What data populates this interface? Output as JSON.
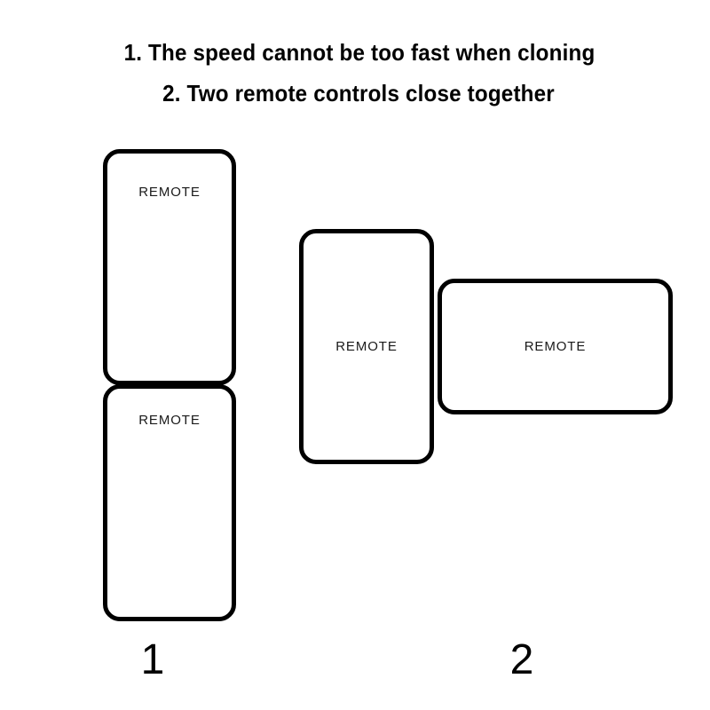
{
  "instructions": {
    "line_1": "1. The speed cannot be too fast when cloning",
    "line_2": "2. Two remote controls close together"
  },
  "diagram": {
    "groups": [
      {
        "caption": "1",
        "description": "Two remotes stacked end to end, aligned vertically",
        "remotes": [
          {
            "label": "REMOTE",
            "orientation": "vertical"
          },
          {
            "label": "REMOTE",
            "orientation": "vertical"
          }
        ]
      },
      {
        "caption": "2",
        "description": "Vertical remote with a horizontal remote overlapping its right edge",
        "remotes": [
          {
            "label": "REMOTE",
            "orientation": "vertical"
          },
          {
            "label": "REMOTE",
            "orientation": "horizontal"
          }
        ]
      }
    ]
  },
  "colors": {
    "background": "#ffffff",
    "stroke": "#000000",
    "text": "#000000",
    "label_text": "#1a1a1a"
  }
}
